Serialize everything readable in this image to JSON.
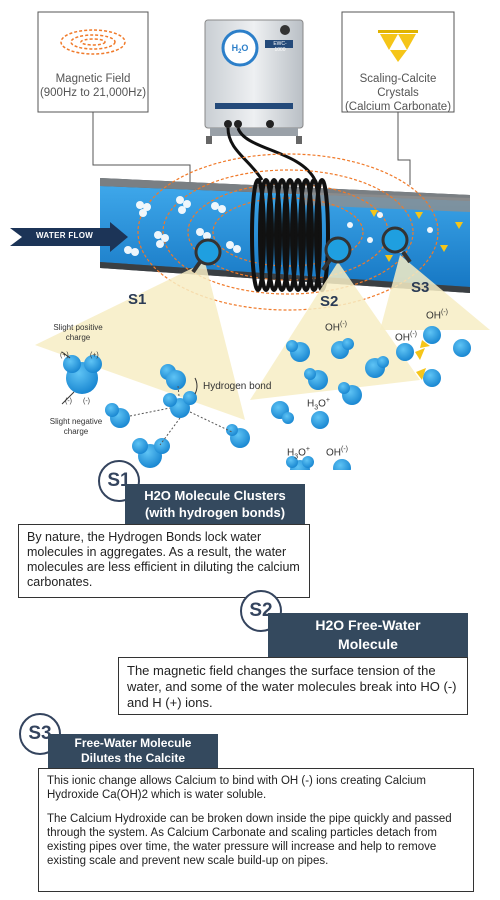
{
  "device": {
    "logo": "H2O",
    "model": "EWC-1000"
  },
  "magnetic_field": {
    "line1": "Magnetic Field",
    "line2": "(900Hz to 21,000Hz)"
  },
  "scaling": {
    "line1": "Scaling-Calcite Crystals",
    "line2": "(Calcium Carbonate)"
  },
  "water_flow": "WATER FLOW",
  "stages": {
    "s1": "S1",
    "s2": "S2",
    "s3": "S3"
  },
  "molecule_labels": {
    "positive_line1": "Slight positive",
    "positive_line2": "charge",
    "negative_line1": "Slight negative",
    "negative_line2": "charge",
    "hydrogen_bond": "Hydrogen bond",
    "plus": "(+)",
    "minus": "(-)",
    "oh": "OH",
    "h3o": "H",
    "plus_sign": "+"
  },
  "sections": [
    {
      "badge": "S1",
      "title_line1": "H2O Molecule Clusters",
      "title_line2": "(with hydrogen bonds)",
      "text": "By nature, the Hydrogen Bonds lock water molecules in aggregates. As a result, the water molecules are less efficient in diluting the calcium carbonates."
    },
    {
      "badge": "S2",
      "title_line1": "H2O Free-Water",
      "title_line2": "Molecule",
      "text": "The magnetic field changes the surface tension of the water, and some of the water molecules break into HO (-) and H (+) ions."
    },
    {
      "badge": "S3",
      "title_line1": "Free-Water Molecule",
      "title_line2": "Dilutes the Calcite",
      "text1": "This ionic change allows Calcium to bind with OH (-) ions creating Calcium Hydroxide Ca(OH)2 which is water soluble.",
      "text2": "The Calcium Hydroxide can be broken down inside the pipe quickly and passed through the system. As Calcium Carbonate and scaling particles detach from existing pipes over time, the water pressure will increase and help to remove existing scale and prevent new scale build-up on pipes."
    }
  ],
  "colors": {
    "navy": "#34495e",
    "pipe_blue": "#1e90d8",
    "molecule": "#1f9fe0",
    "crystal": "#f5c518"
  }
}
